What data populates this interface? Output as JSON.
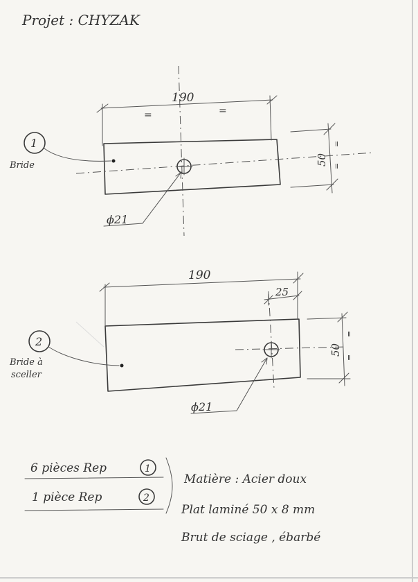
{
  "project": {
    "title": "Projet : CHYZAK"
  },
  "part1": {
    "rep": "1",
    "name": "Bride",
    "length": "190",
    "width": "50",
    "equal_mark": "=",
    "hole": "ϕ21"
  },
  "part2": {
    "rep": "2",
    "name_line1": "Bride à",
    "name_line2": "sceller",
    "length": "190",
    "offset": "25",
    "width": "50",
    "hole": "ϕ21"
  },
  "notes": {
    "qty1": "6 pièces Rep",
    "qty1_rep": "1",
    "qty2": "1 pièce Rep",
    "qty2_rep": "2",
    "material": "Matière : Acier doux",
    "stock": "Plat laminé 50 x 8 mm",
    "finish": "Brut de sciage , ébarbé"
  }
}
